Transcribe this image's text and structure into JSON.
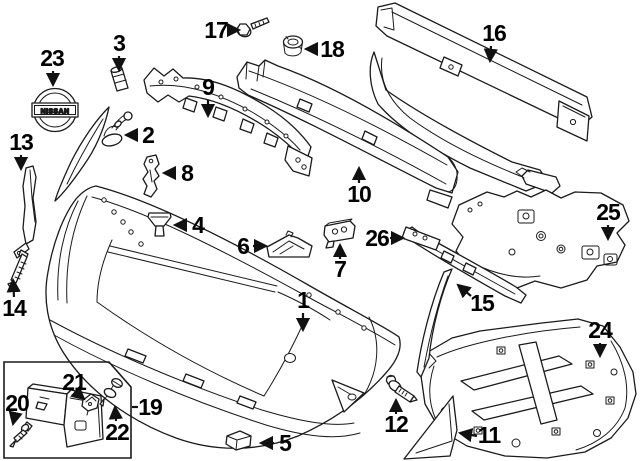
{
  "diagram": {
    "kind": "exploded-parts-diagram",
    "subject": "front bumper assembly"
  },
  "emblem": {
    "text": "NISSAN"
  },
  "callouts": [
    {
      "label": "1"
    },
    {
      "label": "2"
    },
    {
      "label": "3"
    },
    {
      "label": "4"
    },
    {
      "label": "5"
    },
    {
      "label": "6"
    },
    {
      "label": "7"
    },
    {
      "label": "8"
    },
    {
      "label": "9"
    },
    {
      "label": "10"
    },
    {
      "label": "11"
    },
    {
      "label": "12"
    },
    {
      "label": "13"
    },
    {
      "label": "14"
    },
    {
      "label": "15"
    },
    {
      "label": "16"
    },
    {
      "label": "17"
    },
    {
      "label": "18"
    },
    {
      "label": "19"
    },
    {
      "label": "20"
    },
    {
      "label": "21"
    },
    {
      "label": "22"
    },
    {
      "label": "23"
    },
    {
      "label": "24"
    },
    {
      "label": "25"
    },
    {
      "label": "26"
    }
  ]
}
